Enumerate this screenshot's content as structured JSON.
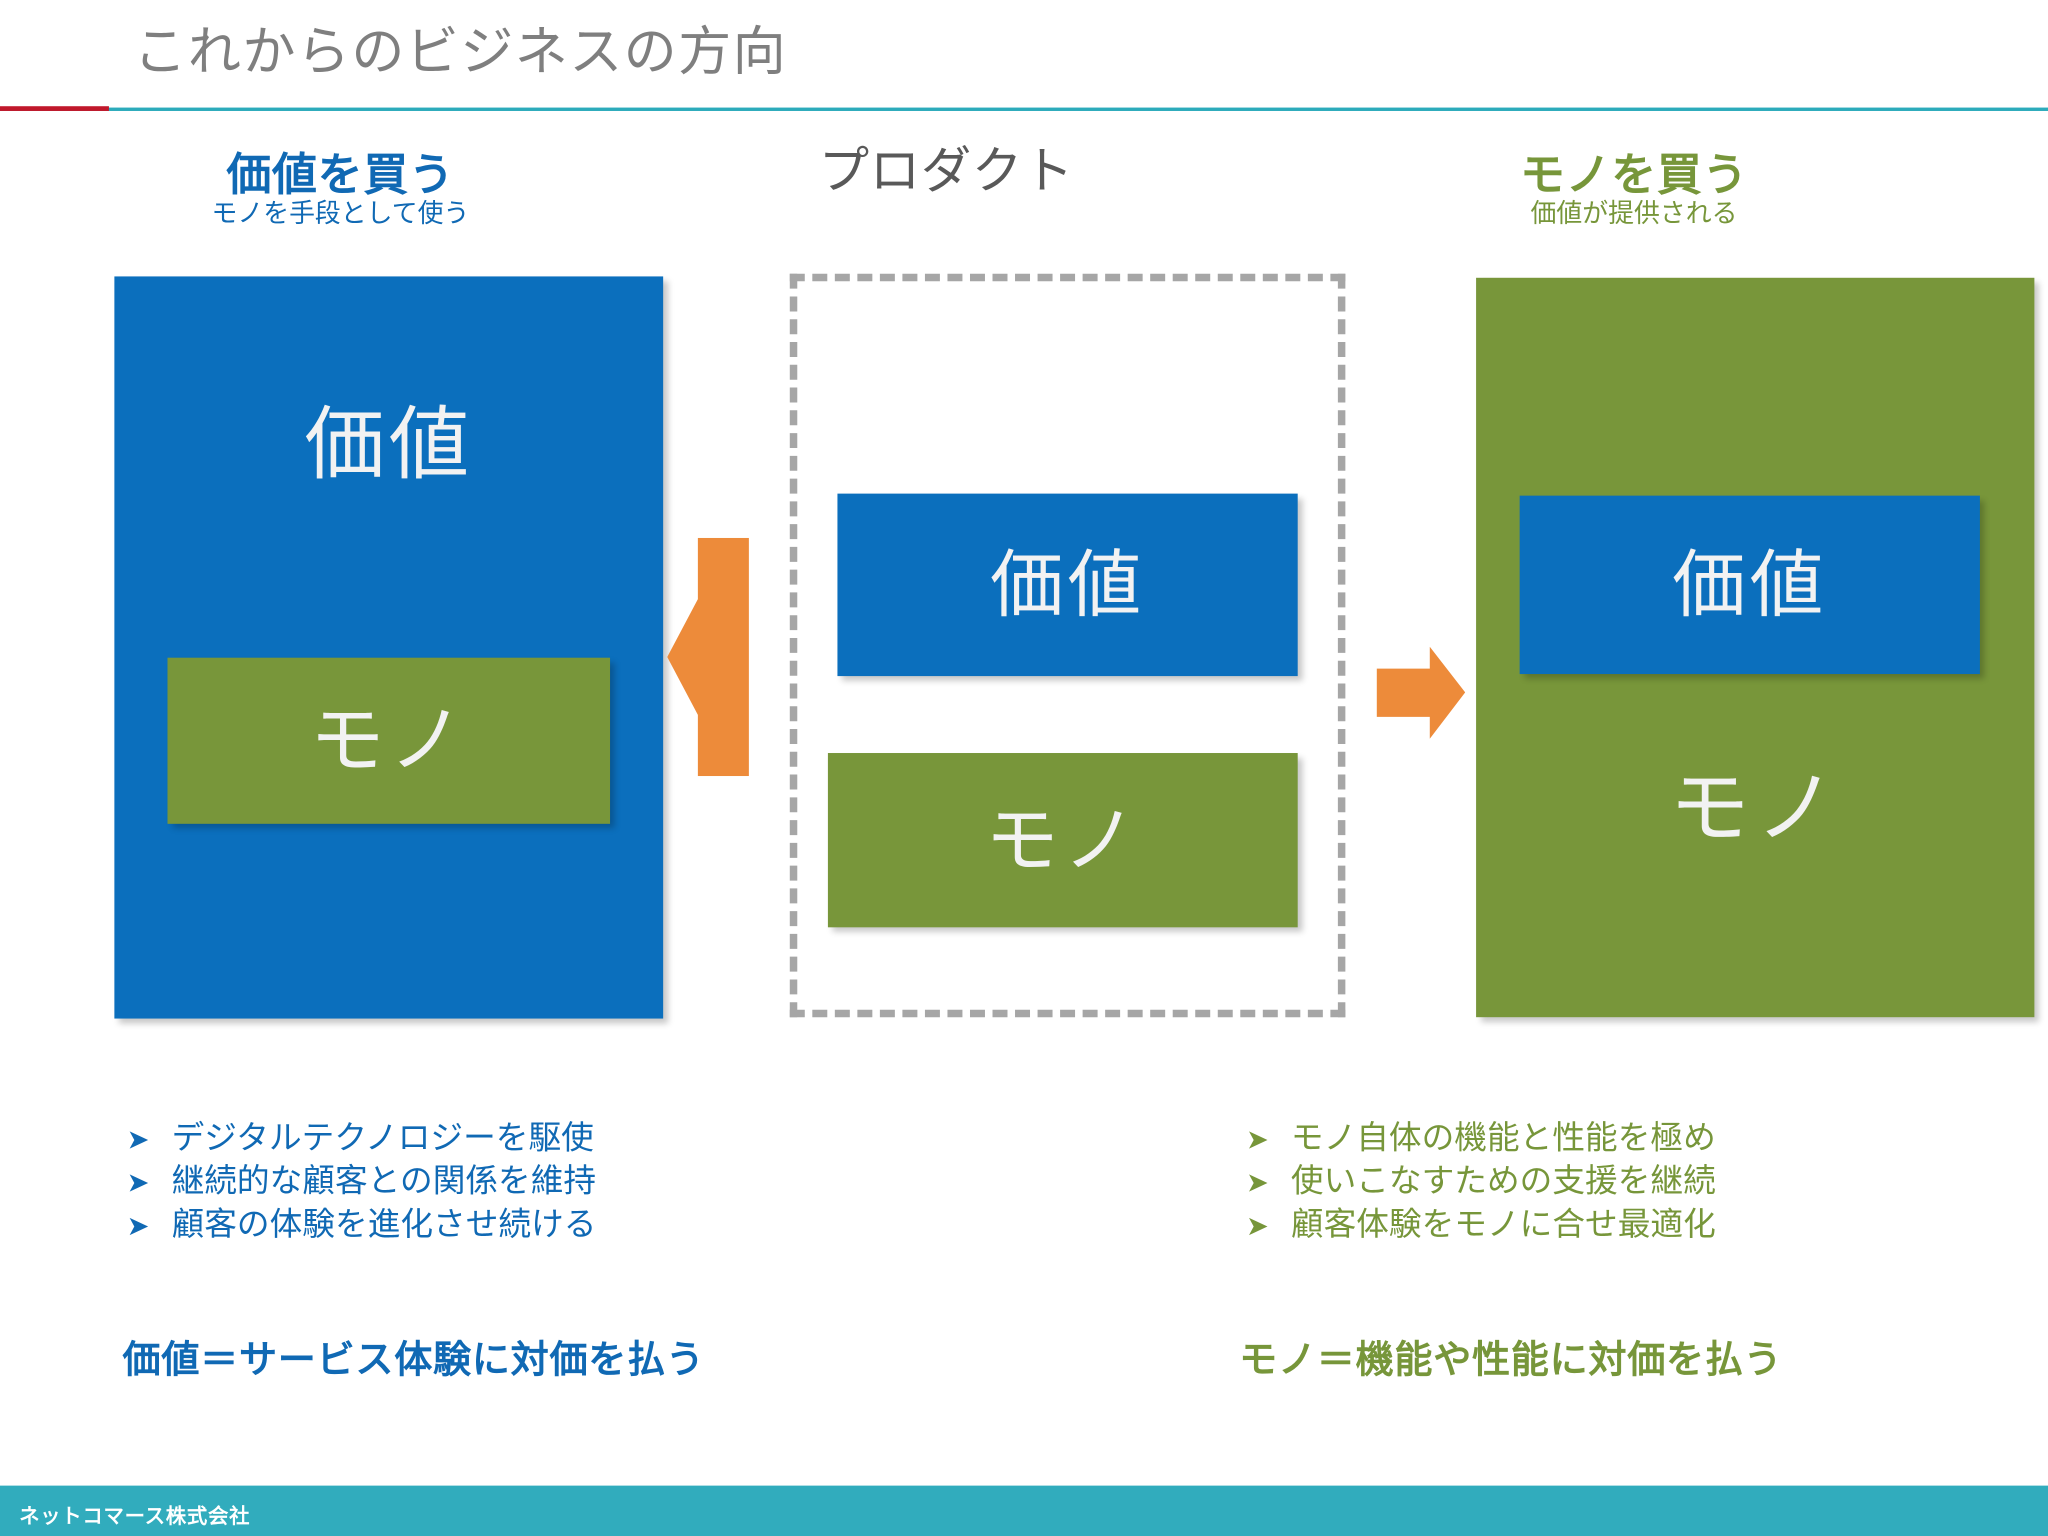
{
  "slide": {
    "title": "これからのビジネスの方向",
    "title_color": "#7f7f7f",
    "accent_rule_color": "#2cabbb",
    "accent_rule_tip_color": "#c0182b",
    "background": "#ffffff"
  },
  "columns": {
    "left": {
      "heading": "価値を買う",
      "subheading": "モノを手段として使う",
      "color": "#1069b4",
      "outer_box_label": "価値",
      "outer_box_color": "#0b6fbd",
      "inner_box_label": "モノ",
      "inner_box_color": "#78963a"
    },
    "middle": {
      "heading": "プロダクト",
      "color": "#595959",
      "border_style": "dashed",
      "border_color": "#a6a6a6",
      "top_box_label": "価値",
      "top_box_color": "#0b6fbd",
      "bottom_box_label": "モノ",
      "bottom_box_color": "#78963a"
    },
    "right": {
      "heading": "モノを買う",
      "subheading": "価値が提供される",
      "color": "#77963a",
      "outer_box_label": "モノ",
      "outer_box_color": "#78963a",
      "inner_box_label": "価値",
      "inner_box_color": "#0b6fbd"
    }
  },
  "arrows": {
    "color": "#ed8b3a",
    "left_arrow_direction": "left",
    "right_arrow_direction": "right"
  },
  "bullets": {
    "marker": "➤",
    "left": {
      "color": "#1069b4",
      "items": [
        "デジタルテクノロジーを駆使",
        "継続的な顧客との関係を維持",
        "顧客の体験を進化させ続ける"
      ],
      "summary": "価値＝サービス体験に対価を払う"
    },
    "right": {
      "color": "#77963a",
      "items": [
        "モノ自体の機能と性能を極め",
        "使いこなすための支援を継続",
        "顧客体験をモノに合せ最適化"
      ],
      "summary": "モノ＝機能や性能に対価を払う"
    }
  },
  "footer": {
    "company": "ネットコマース株式会社",
    "bar_color": "#31acbd",
    "text_color": "#ffffff"
  }
}
